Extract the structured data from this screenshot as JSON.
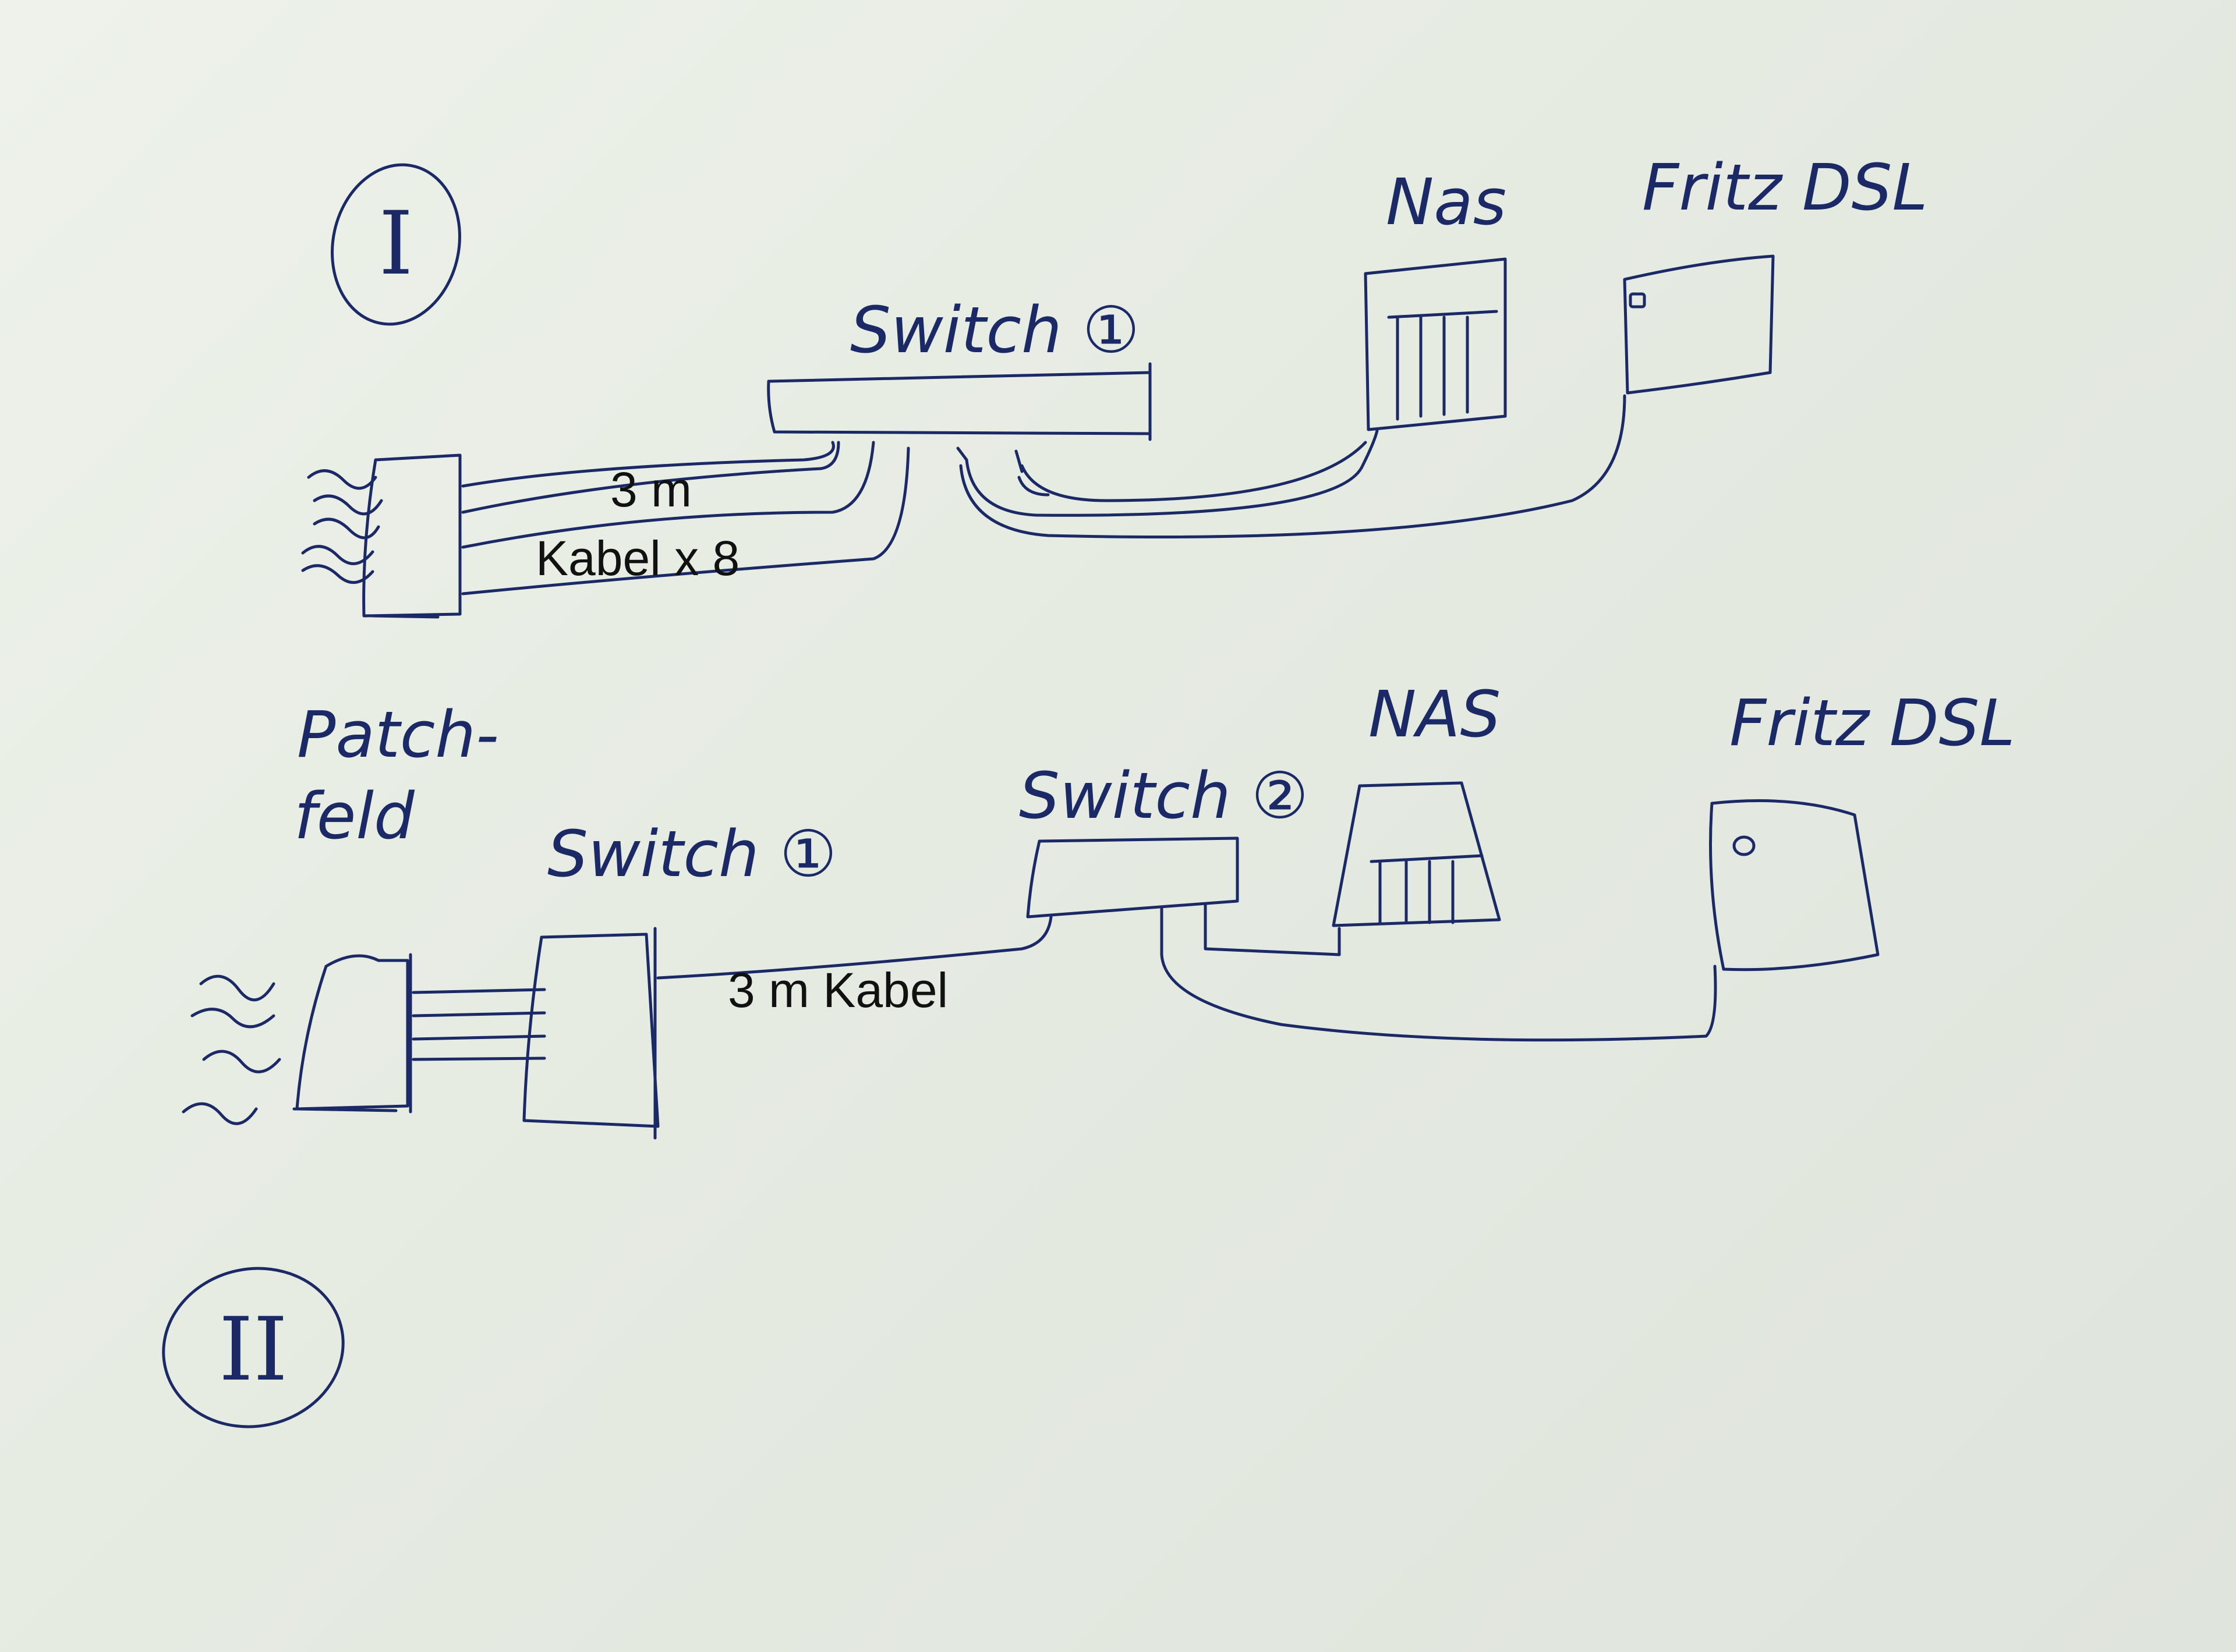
{
  "diagram_1": {
    "number": "I",
    "switch_label": "Switch ①",
    "nas_label": "Nas",
    "router_label": "Fritz DSL",
    "cable_length": "3 m",
    "cable_count": "Kabel x 8"
  },
  "diagram_2": {
    "number": "II",
    "patch_label_line1": "Patch-",
    "patch_label_line2": "feld",
    "switch1_label": "Switch ①",
    "switch2_label": "Switch ②",
    "nas_label": "NAS",
    "router_label": "Fritz DSL",
    "cable_label": "3 m Kabel"
  },
  "colors": {
    "ink": "#1b2a66",
    "paper": "#e6ebe2",
    "printed_text": "#111111"
  }
}
